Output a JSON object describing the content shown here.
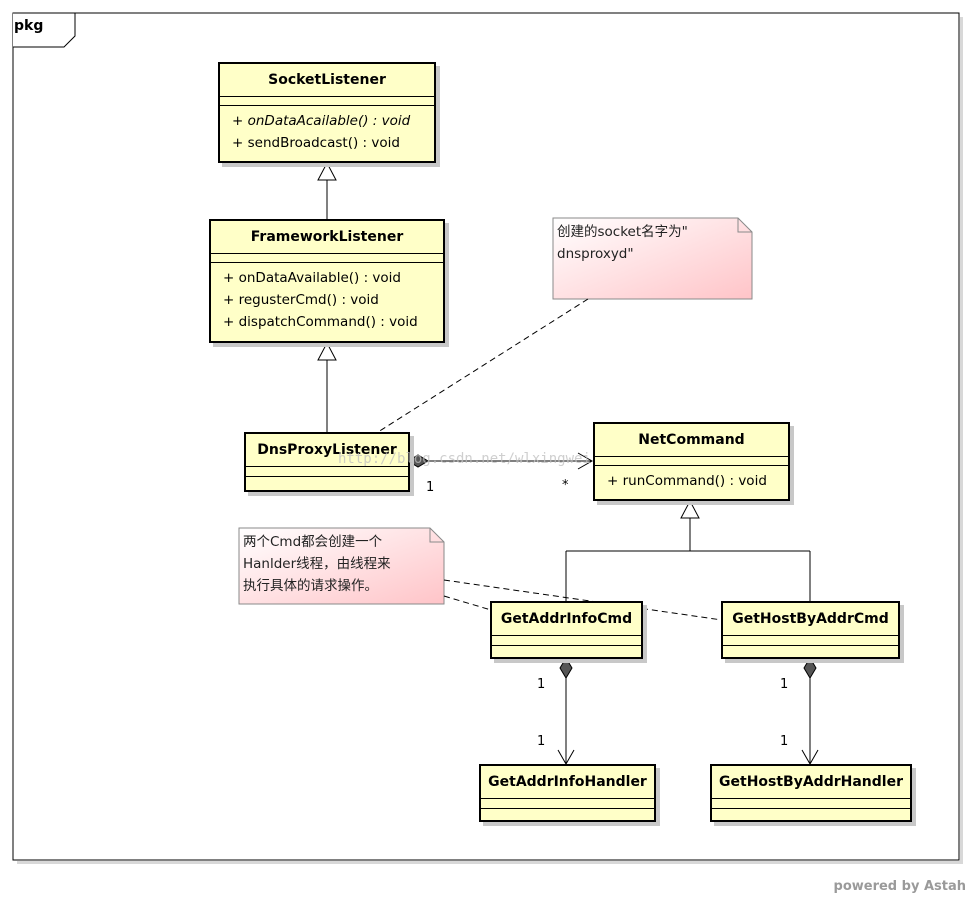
{
  "package": {
    "label": "pkg"
  },
  "classes": {
    "socket_listener": {
      "name": "SocketListener",
      "operations": [
        {
          "text": "+ onDataAcailable() : void",
          "abstract": true
        },
        {
          "text": "+ sendBroadcast() : void",
          "abstract": false
        }
      ]
    },
    "framework_listener": {
      "name": "FrameworkListener",
      "operations": [
        {
          "text": "+ onDataAvailable() : void",
          "abstract": false
        },
        {
          "text": "+ regusterCmd() : void",
          "abstract": false
        },
        {
          "text": "+ dispatchCommand() : void",
          "abstract": false
        }
      ]
    },
    "dns_proxy_listener": {
      "name": "DnsProxyListener"
    },
    "net_command": {
      "name": "NetCommand",
      "operations": [
        {
          "text": "+ runCommand() : void",
          "abstract": false
        }
      ]
    },
    "get_addr_info_cmd": {
      "name": "GetAddrInfoCmd"
    },
    "get_host_by_addr_cmd": {
      "name": "GetHostByAddrCmd"
    },
    "get_addr_info_handler": {
      "name": "GetAddrInfoHandler"
    },
    "get_host_by_addr_handler": {
      "name": "GetHostByAddrHandler"
    }
  },
  "notes": {
    "socket_name": {
      "text": "创建的socket名字为\"\ndnsproxyd\""
    },
    "handler_thread": {
      "text": "两个Cmd都会创建一个\nHanlder线程，由线程来\n执行具体的请求操作。"
    }
  },
  "multiplicities": {
    "dns_to_netcommand_source": "1",
    "dns_to_netcommand_target": "*",
    "addrinfo_source": "1",
    "addrinfo_target": "1",
    "hostbyaddr_source": "1",
    "hostbyaddr_target": "1"
  },
  "watermark": "http://blog.csdn.net/wlxingwei",
  "footer": {
    "powered_by": "powered by Astah"
  },
  "colors": {
    "class_fill": "#ffffc8",
    "note_fill_light": "#ffffff",
    "note_fill_pink": "#ffd0d4",
    "shadow": "#c8c8c8"
  }
}
